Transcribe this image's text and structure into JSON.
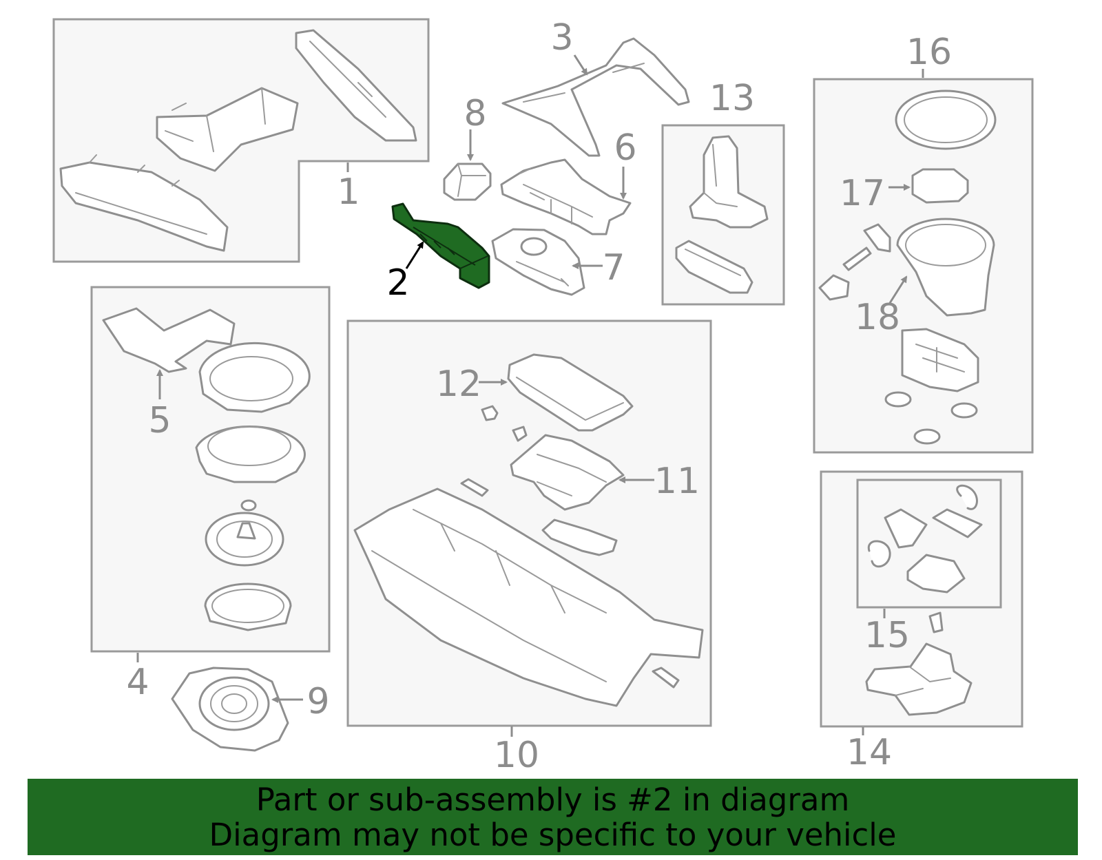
{
  "callouts": {
    "c1": "1",
    "c2": "2",
    "c3": "3",
    "c4": "4",
    "c5": "5",
    "c6": "6",
    "c7": "7",
    "c8": "8",
    "c9": "9",
    "c10": "10",
    "c11": "11",
    "c12": "12",
    "c13": "13",
    "c14": "14",
    "c15": "15",
    "c16": "16",
    "c17": "17",
    "c18": "18"
  },
  "highlighted_part": "2",
  "colors": {
    "highlight": "#1f6b22",
    "line": "#8f8f8f",
    "box_fill": "#f7f7f7"
  },
  "banner": {
    "line1": "Part or sub-assembly is #2 in diagram",
    "line2": "Diagram may not be specific to your vehicle"
  }
}
